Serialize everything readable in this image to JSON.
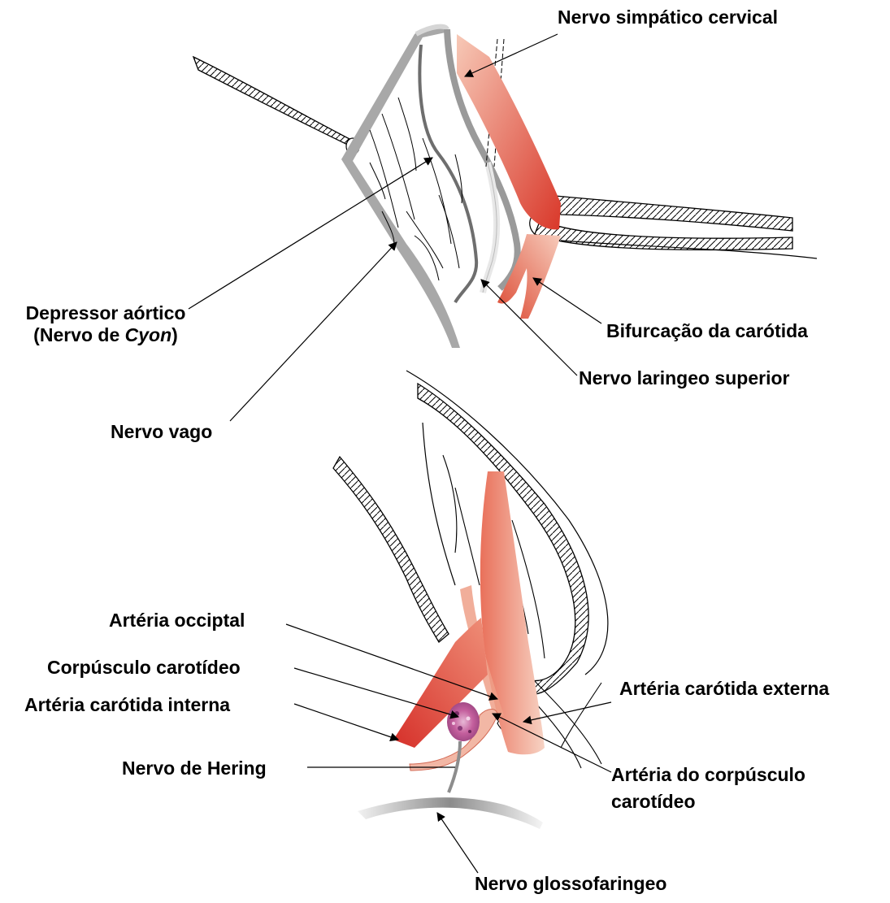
{
  "labels": {
    "nervo_simpatico_cervical": "Nervo simpático cervical",
    "depressor_aortico_line1": "Depressor aórtico",
    "depressor_aortico_line2_pre": "(Nervo de ",
    "depressor_aortico_line2_italic": "Cyon",
    "depressor_aortico_line2_post": ")",
    "bifurcacao_carotida": "Bifurcação da carótida",
    "nervo_laringeo_superior": "Nervo laringeo superior",
    "nervo_vago": "Nervo vago",
    "arteria_occiptal": "Artéria occiptal",
    "corpusculo_carotideo": "Corpúsculo carotídeo",
    "arteria_carotida_interna": "Artéria carótida interna",
    "arteria_carotida_externa": "Artéria carótida externa",
    "nervo_de_hering": "Nervo de Hering",
    "arteria_corpusculo_line1": "Artéria do corpúsculo",
    "arteria_corpusculo_line2": "carotídeo",
    "nervo_glossofaringeo": "Nervo glossofaringeo"
  },
  "colors": {
    "artery_dark": "#d9382a",
    "artery_light": "#f6c2ae",
    "nerve_dark": "#8a8a8a",
    "nerve_light": "#e6e6e6",
    "carotid_body": "#c05a9a",
    "outline": "#000000"
  }
}
